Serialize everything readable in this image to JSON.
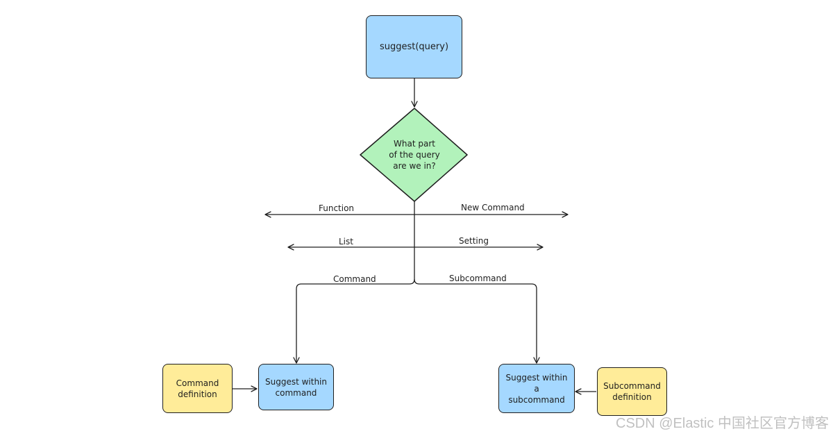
{
  "nodes": {
    "start": "suggest(query)",
    "decision": "What part\nof the query\nare we in?",
    "suggest_command": "Suggest within\ncommand",
    "command_definition": "Command\ndefinition",
    "suggest_subcommand": "Suggest within a\nsubcommand",
    "subcommand_definition": "Subcommand\ndefinition"
  },
  "edges": {
    "function": "Function",
    "new_command": "New Command",
    "list": "List",
    "setting": "Setting",
    "command": "Command",
    "subcommand": "Subcommand"
  },
  "watermark": "CSDN @Elastic 中国社区官方博客",
  "colors": {
    "blue": "#a5d8ff",
    "green": "#b2f2bb",
    "yellow": "#ffec99",
    "stroke": "#1e1e1e"
  }
}
